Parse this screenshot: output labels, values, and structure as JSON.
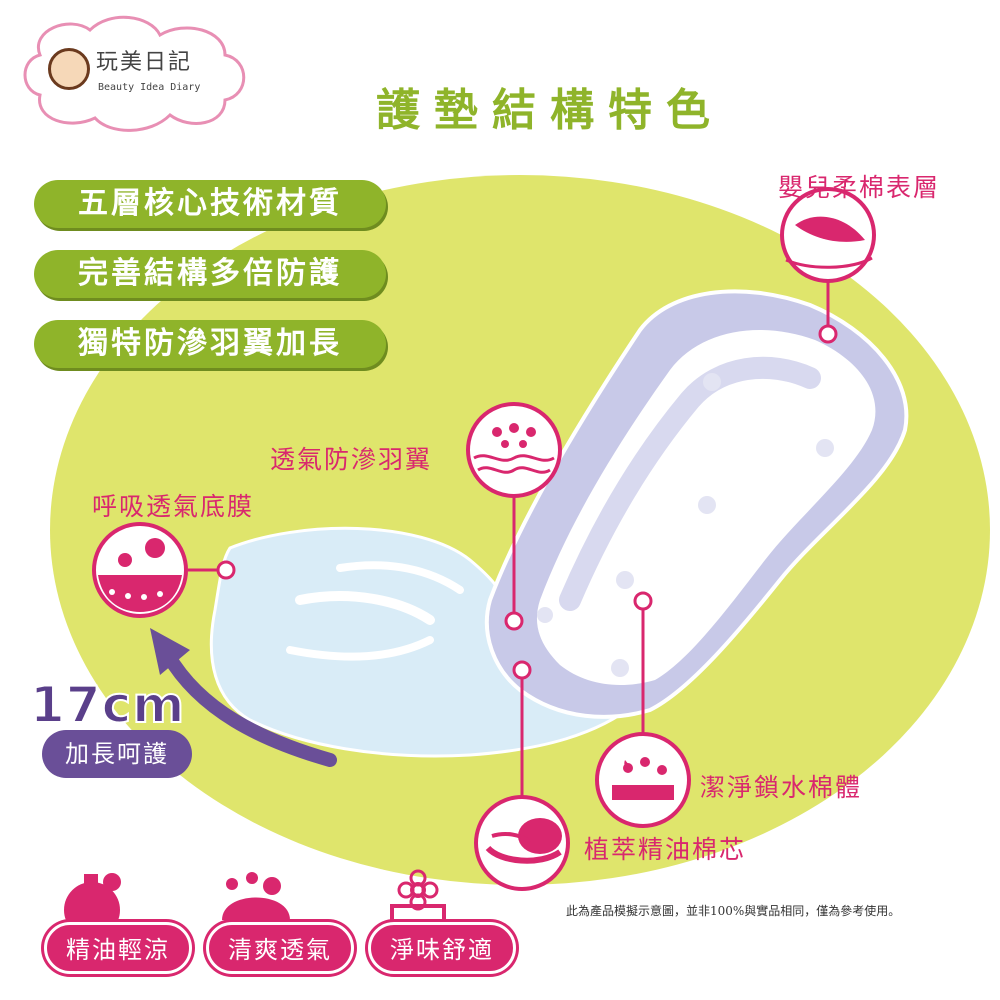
{
  "brand": {
    "name": "玩美日記",
    "subtitle": "Beauty Idea Diary"
  },
  "title": "護墊結構特色",
  "features": [
    "五層核心技術材質",
    "完善結構多倍防護",
    "獨特防滲羽翼加長"
  ],
  "callouts": {
    "top_layer": "嬰兒柔棉表層",
    "wings": "透氣防滲羽翼",
    "back_film": "呼吸透氣底膜",
    "absorbent_core": "潔淨鎖水棉體",
    "herbal_core": "植萃精油棉芯"
  },
  "length_badge": {
    "value": "17cm",
    "label": "加長呵護"
  },
  "benefits": [
    "精油輕涼",
    "清爽透氣",
    "淨味舒適"
  ],
  "disclaimer": "此為產品模擬示意圖，並非100%與實品相同，僅為參考使用。",
  "colors": {
    "green": "#8fb42a",
    "lime_background": "#dfe56c",
    "pink": "#d9276e",
    "purple": "#6a4f98"
  }
}
